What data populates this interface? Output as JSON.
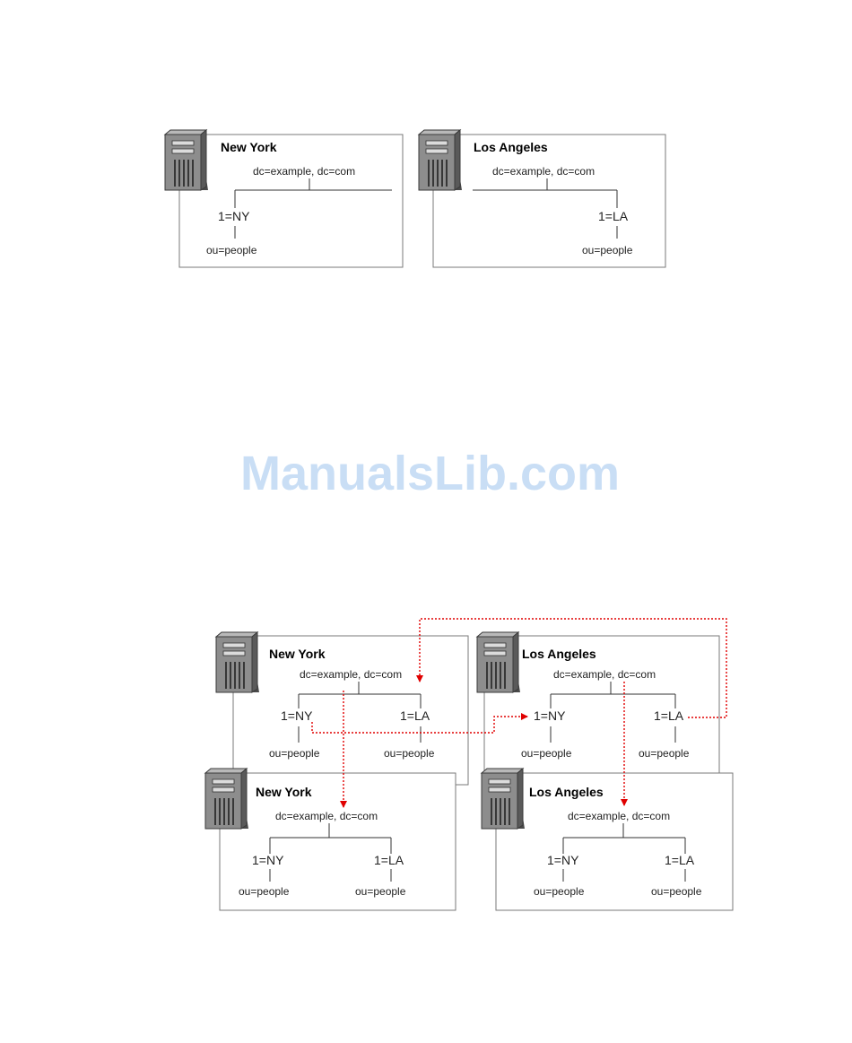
{
  "watermark": "ManualsLib.com",
  "top_diagram": {
    "new_york": {
      "title": "New York",
      "suffix": "dc=example, dc=com",
      "node": "1=NY",
      "ou": "ou=people"
    },
    "los_angeles": {
      "title": "Los Angeles",
      "suffix": "dc=example, dc=com",
      "node": "1=LA",
      "ou": "ou=people"
    }
  },
  "bottom_diagram": {
    "back_ny": {
      "title": "New York",
      "suffix": "dc=example, dc=com",
      "node_a": "1=NY",
      "node_b": "1=LA",
      "ou_a": "ou=people",
      "ou_b": "ou=people"
    },
    "back_la": {
      "title": "Los Angeles",
      "suffix": "dc=example, dc=com",
      "node_a": "1=NY",
      "node_b": "1=LA",
      "ou_a": "ou=people",
      "ou_b": "ou=people"
    },
    "front_ny": {
      "title": "New York",
      "suffix": "dc=example, dc=com",
      "node_a": "1=NY",
      "node_b": "1=LA",
      "ou_a": "ou=people",
      "ou_b": "ou=people"
    },
    "front_la": {
      "title": "Los Angeles",
      "suffix": "dc=example, dc=com",
      "node_a": "1=NY",
      "node_b": "1=LA",
      "ou_a": "ou=people",
      "ou_b": "ou=people"
    }
  },
  "colors": {
    "replication_arrow": "#e00000",
    "frame": "#7a7a7a",
    "server": "#8a8a8a",
    "watermark": "#c9def5"
  }
}
